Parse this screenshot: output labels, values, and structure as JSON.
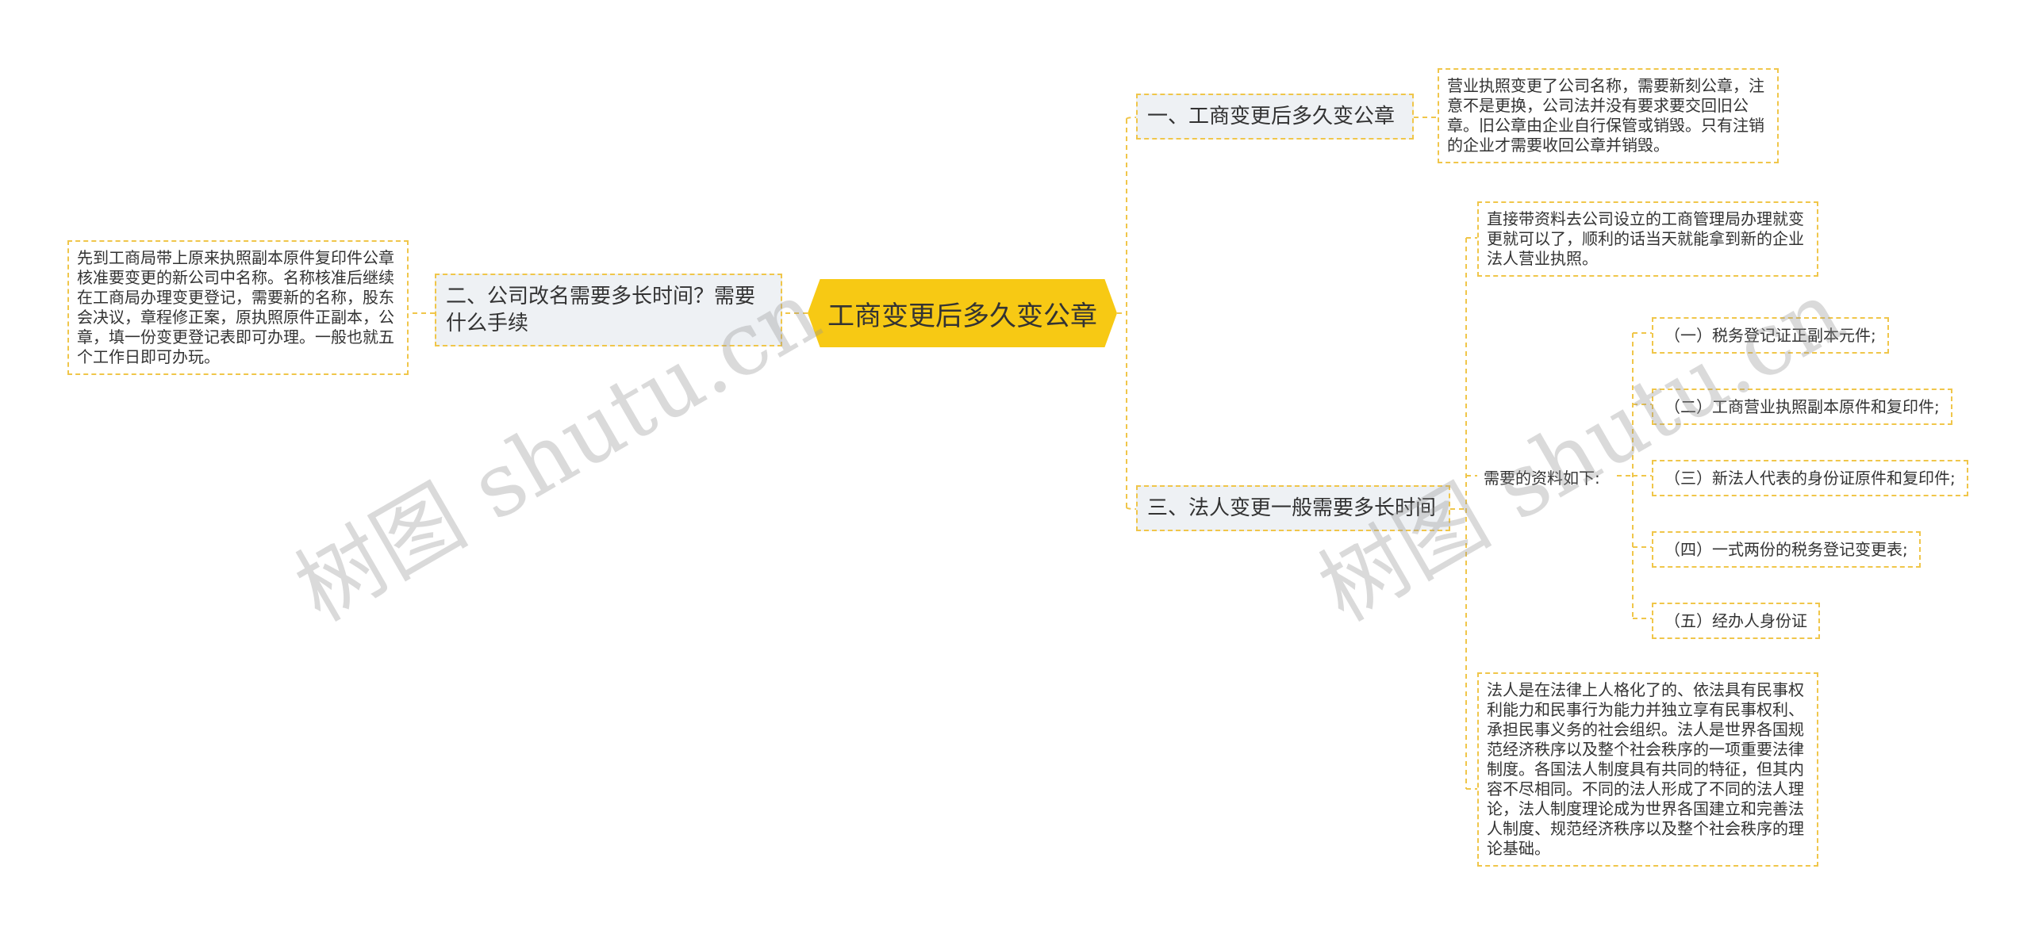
{
  "root": {
    "title": "工商变更后多久变公章"
  },
  "branches": {
    "b1": {
      "label": "一、工商变更后多久变公章",
      "detail": "营业执照变更了公司名称，需要新刻公章，注意不是更换，公司法并没有要求要交回旧公章。旧公章由企业自行保管或销毁。只有注销的企业才需要收回公章并销毁。"
    },
    "b2": {
      "label": "二、公司改名需要多长时间？需要什么手续",
      "detail": "先到工商局带上原来执照副本原件复印件公章核准要变更的新公司中名称。名称核准后继续在工商局办理变更登记，需要新的名称，股东会决议，章程修正案，原执照原件正副本，公章，填一份变更登记表即可办理。一般也就五个工作日即可办玩。"
    },
    "b3": {
      "label": "三、法人变更一般需要多长时间",
      "intro": "直接带资料去公司设立的工商管理局办理就变更就可以了，顺利的话当天就能拿到新的企业法人营业执照。",
      "materials_label": "需要的资料如下:",
      "materials": [
        "（一）税务登记证正副本元件;",
        "（二）工商营业执照副本原件和复印件;",
        "（三）新法人代表的身份证原件和复印件;",
        "（四）一式两份的税务登记变更表;",
        "（五）经办人身份证"
      ],
      "definition": "法人是在法律上人格化了的、依法具有民事权利能力和民事行为能力并独立享有民事权利、承担民事义务的社会组织。法人是世界各国规范经济秩序以及整个社会秩序的一项重要法律制度。各国法人制度具有共同的特征，但其内容不尽相同。不同的法人形成了不同的法人理论，法人制度理论成为世界各国建立和完善法人制度、规范经济秩序以及整个社会秩序的理论基础。"
    }
  },
  "watermarks": [
    "树图 shutu.cn",
    "树图 shutu.cn"
  ],
  "colors": {
    "root_fill": "#f7c914",
    "connector": "#f0c64a",
    "branch_fill": "#eef1f4"
  }
}
